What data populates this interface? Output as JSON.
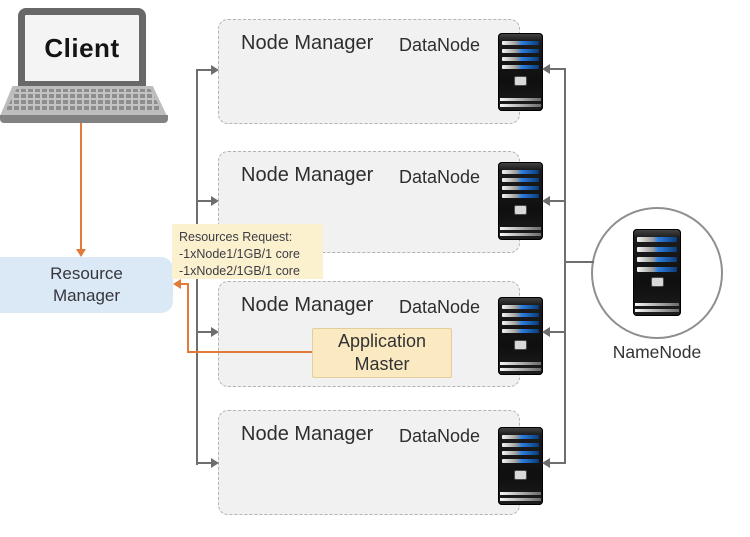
{
  "diagram": {
    "client": {
      "label": "Client"
    },
    "resource_manager": {
      "line1": "Resource",
      "line2": "Manager"
    },
    "resources_request_note": {
      "title": "Resources Request:",
      "lines": [
        "-1xNode1/1GB/1 core",
        "-1xNode2/1GB/1 core"
      ]
    },
    "application_master": {
      "line1": "Application",
      "line2": "Master"
    },
    "namenode": {
      "label": "NameNode"
    },
    "nodes": [
      {
        "node_manager": "Node Manager",
        "datanode": "DataNode"
      },
      {
        "node_manager": "Node Manager",
        "datanode": "DataNode"
      },
      {
        "node_manager": "Node Manager",
        "datanode": "DataNode"
      },
      {
        "node_manager": "Node Manager",
        "datanode": "DataNode"
      }
    ],
    "colors": {
      "resource_manager_fill": "#dbe9f6",
      "note_fill": "#fcf1cf",
      "application_master_fill": "#fae9c1",
      "node_box_fill": "#f1f1f1",
      "arrow_gray": "#6e6e6e",
      "arrow_orange": "#e07b39",
      "server_stripe_blue": "#2f80e0"
    }
  }
}
